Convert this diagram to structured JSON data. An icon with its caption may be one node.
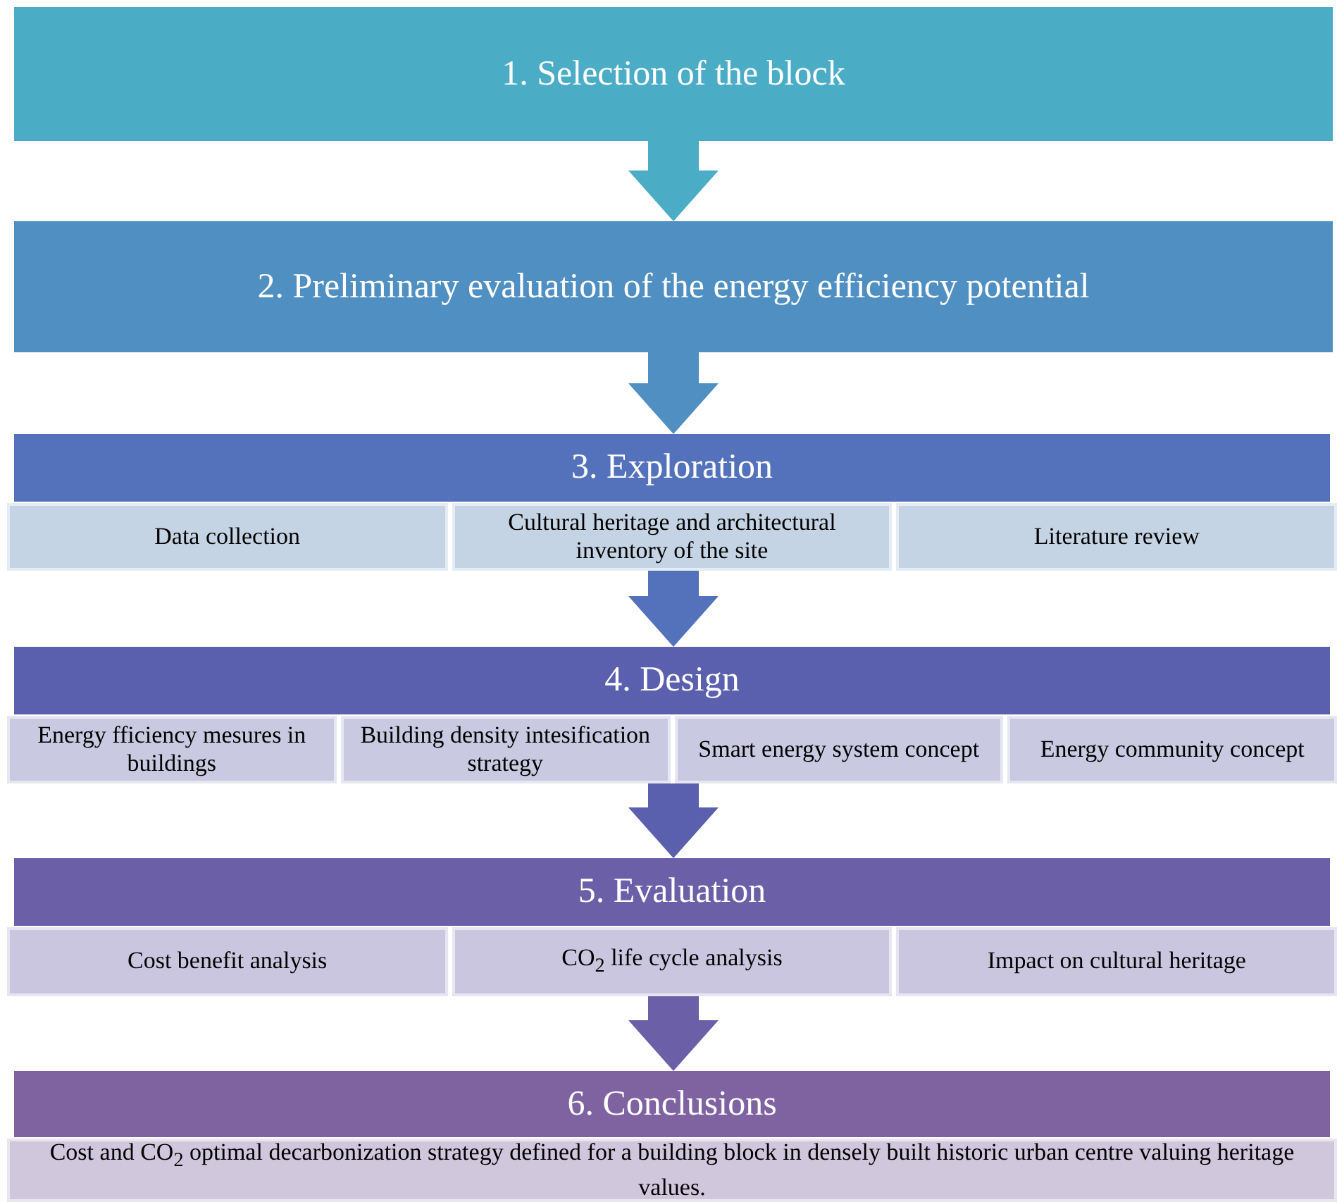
{
  "diagram": {
    "nodes": [
      {
        "text": [
          "1. Selection of the block"
        ]
      },
      {
        "text": [
          "2. Preliminary evaluation of the energy efficiency potential"
        ]
      },
      {
        "text": [
          "3. Exploration"
        ]
      },
      {
        "text": [
          "Data collection"
        ],
        "in": 2
      },
      {
        "text": [
          "Cultural heritage and architectural inventory of the site"
        ],
        "in": 2
      },
      {
        "text": [
          "Literature review"
        ],
        "in": 2
      },
      {
        "text": [
          "4. Design"
        ]
      },
      {
        "text": [
          "Energy fficiency mesures in buildings"
        ],
        "in": 6
      },
      {
        "text": [
          "Building density intesification strategy"
        ],
        "in": 6
      },
      {
        "text": [
          "Smart energy system concept"
        ],
        "in": 6
      },
      {
        "text": [
          "Energy community concept"
        ],
        "in": 6
      },
      {
        "text": [
          "5. Evaluation"
        ]
      },
      {
        "text": [
          "Cost benefit analysis"
        ],
        "in": 11
      },
      {
        "text": [
          "CO$_{2}$ life cycle analysis"
        ],
        "in": 11
      },
      {
        "text": [
          "Impact on cultural heritage"
        ],
        "in": 11
      },
      {
        "text": [
          "6. Conclusions"
        ]
      },
      {
        "text": [
          "Cost and CO$_{2}$ optimal decarbonization strategy defined for a building block in densely built historic urban centre valuing heritage values."
        ],
        "in": 15
      }
    ],
    "edges": [
      {
        "from": 0,
        "to": 1,
        "arrow": "to"
      },
      {
        "from": 1,
        "to": 2,
        "arrow": "to"
      },
      {
        "from": 2,
        "to": 6,
        "arrow": "to"
      },
      {
        "from": 6,
        "to": 11,
        "arrow": "to"
      },
      {
        "from": 11,
        "to": 15,
        "arrow": "to"
      }
    ]
  }
}
